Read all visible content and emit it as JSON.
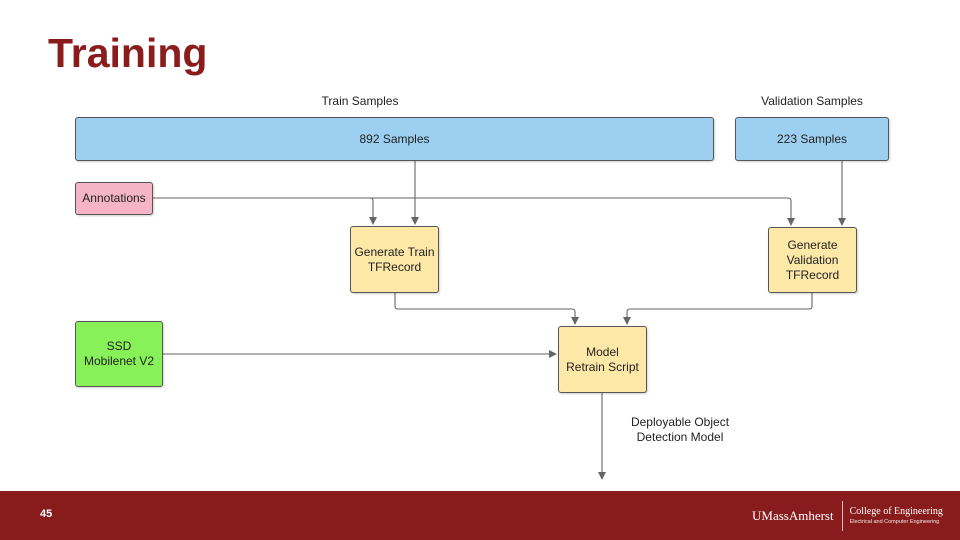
{
  "slide": {
    "title": "Training",
    "page_number": "45"
  },
  "diagram": {
    "labels": {
      "train_samples": "Train Samples",
      "validation_samples": "Validation Samples",
      "output": "Deployable Object\nDetection Model"
    },
    "nodes": {
      "train_box": "892 Samples",
      "validation_box": "223 Samples",
      "annotations": "Annotations",
      "generate_train": "Generate Train\nTFRecord",
      "generate_validation": "Generate\nValidation\nTFRecord",
      "ssd": "SSD\nMobilenet V2",
      "retrain": "Model\nRetrain Script"
    },
    "colors": {
      "samples": "#9dd0f0",
      "process": "#fde8a8",
      "annotations": "#f5b4c8",
      "model": "#88f058",
      "edge": "#666666"
    }
  },
  "footer": {
    "logo_name": "UMassAmherst",
    "college": "College of Engineering",
    "department": "Electrical and Computer Engineering",
    "background": "#881c1c"
  }
}
